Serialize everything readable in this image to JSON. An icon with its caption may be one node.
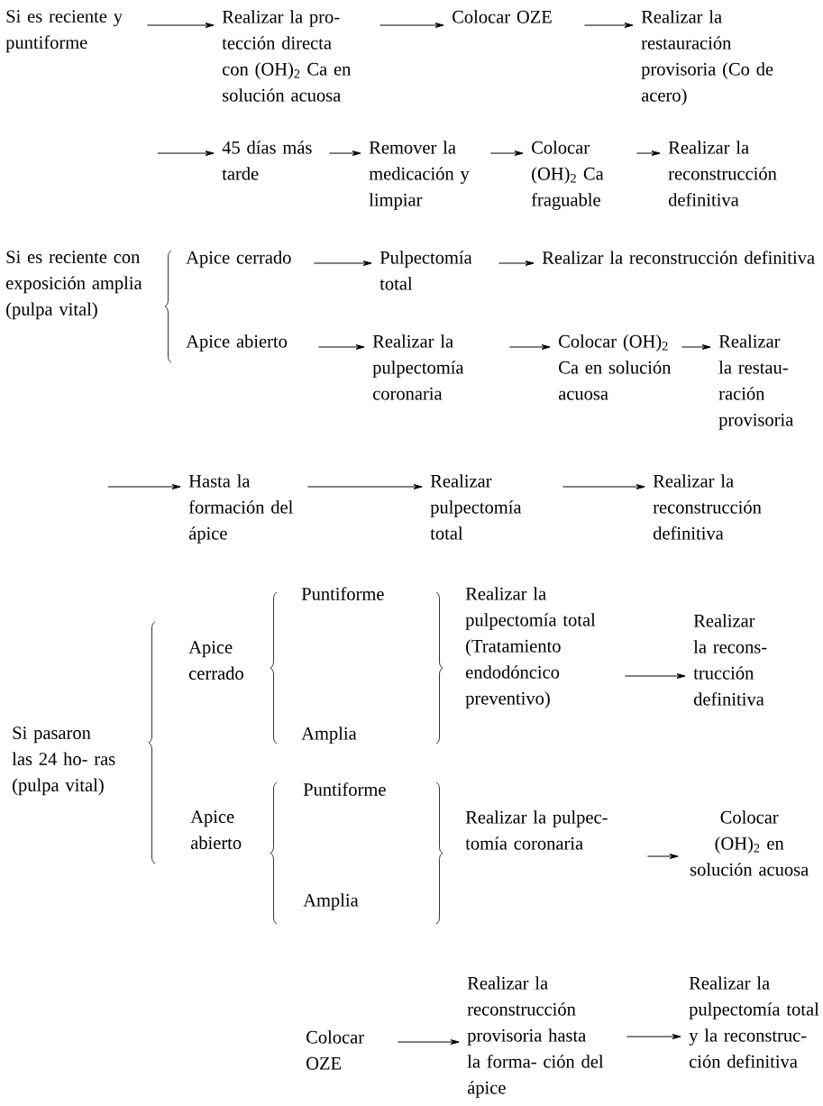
{
  "diagram": {
    "nodes": [
      {
        "text": [
          "Si es reciente y puntiforme"
        ]
      },
      {
        "text": [
          "Realizar la pro- tección directa con (OH)$_{2}$ Ca en solución acuosa"
        ]
      },
      {
        "text": [
          "Colocar OZE"
        ]
      },
      {
        "text": [
          "Realizar la restauración provisoria (Co de acero)"
        ]
      },
      {
        "text": [
          "45 días más tarde"
        ]
      },
      {
        "text": [
          "Remover la medicación y limpiar"
        ]
      },
      {
        "text": [
          "Colocar (OH)$_{2}$ Ca fraguable"
        ]
      },
      {
        "text": [
          "Realizar la reconstrucción definitiva"
        ]
      },
      {
        "text": [
          "Si es reciente con exposición amplia (pulpa vital)"
        ]
      },
      {
        "text": [
          "Apice cerrado"
        ]
      },
      {
        "text": [
          "Pulpectomía total"
        ]
      },
      {
        "text": [
          "Realizar la reconstrucción definitiva"
        ]
      },
      {
        "text": [
          "Apice abierto"
        ]
      },
      {
        "text": [
          "Realizar la pulpectomía coronaria"
        ]
      },
      {
        "text": [
          "Colocar (OH)$_{2}$ Ca en solución acuosa"
        ]
      },
      {
        "text": [
          "Realizar la restau- ración provisoria"
        ]
      },
      {
        "text": [
          "Hasta la formación del ápice"
        ]
      },
      {
        "text": [
          "Realizar pulpectomía total"
        ]
      },
      {
        "text": [
          "Realizar la reconstrucción definitiva"
        ]
      },
      {
        "text": [
          "Si pasaron las 24 ho- ras (pulpa vital)"
        ]
      },
      {
        "text": [
          "Apice cerrado"
        ]
      },
      {
        "text": [
          "Puntiforme"
        ]
      },
      {
        "text": [
          "Amplia"
        ]
      },
      {
        "text": [
          "Realizar la pulpectomía total (Tratamiento endodóncico preventivo)"
        ]
      },
      {
        "text": [
          "Realizar la recons- trucción definitiva"
        ]
      },
      {
        "text": [
          "Apice abierto"
        ]
      },
      {
        "text": [
          "Puntiforme"
        ]
      },
      {
        "text": [
          "Amplia"
        ]
      },
      {
        "text": [
          "Realizar la pulpec- tomía coronaria"
        ]
      },
      {
        "text": [
          "Colocar (OH)$_{2}$ en solución acuosa"
        ]
      },
      {
        "text": [
          "Colocar OZE"
        ]
      },
      {
        "text": [
          "Realizar la reconstrucción provisoria hasta la forma- ción del ápice"
        ]
      },
      {
        "text": [
          "Realizar la pulpectomía total y la reconstruc- ción definitiva"
        ]
      }
    ],
    "edges": [
      {
        "from": 0,
        "to": 1,
        "arrow": "to"
      },
      {
        "from": 1,
        "to": 2,
        "arrow": "to"
      },
      {
        "from": 2,
        "to": 3,
        "arrow": "to"
      },
      {
        "from": null,
        "to": 4,
        "arrow": "to"
      },
      {
        "from": 4,
        "to": 5,
        "arrow": "to"
      },
      {
        "from": 5,
        "to": 6,
        "arrow": "to"
      },
      {
        "from": 6,
        "to": 7,
        "arrow": "to"
      },
      {
        "from": 9,
        "to": 10,
        "arrow": "to"
      },
      {
        "from": 10,
        "to": 11,
        "arrow": "to"
      },
      {
        "from": 12,
        "to": 13,
        "arrow": "to"
      },
      {
        "from": 13,
        "to": 14,
        "arrow": "to"
      },
      {
        "from": 14,
        "to": 15,
        "arrow": "to"
      },
      {
        "from": null,
        "to": 16,
        "arrow": "to"
      },
      {
        "from": 16,
        "to": 17,
        "arrow": "to"
      },
      {
        "from": 17,
        "to": 18,
        "arrow": "to"
      },
      {
        "from": 23,
        "to": 24,
        "arrow": "to"
      },
      {
        "from": 28,
        "to": 29,
        "arrow": "to"
      },
      {
        "from": 30,
        "to": 31,
        "arrow": "to"
      },
      {
        "from": 31,
        "to": 32,
        "arrow": "to"
      }
    ]
  }
}
